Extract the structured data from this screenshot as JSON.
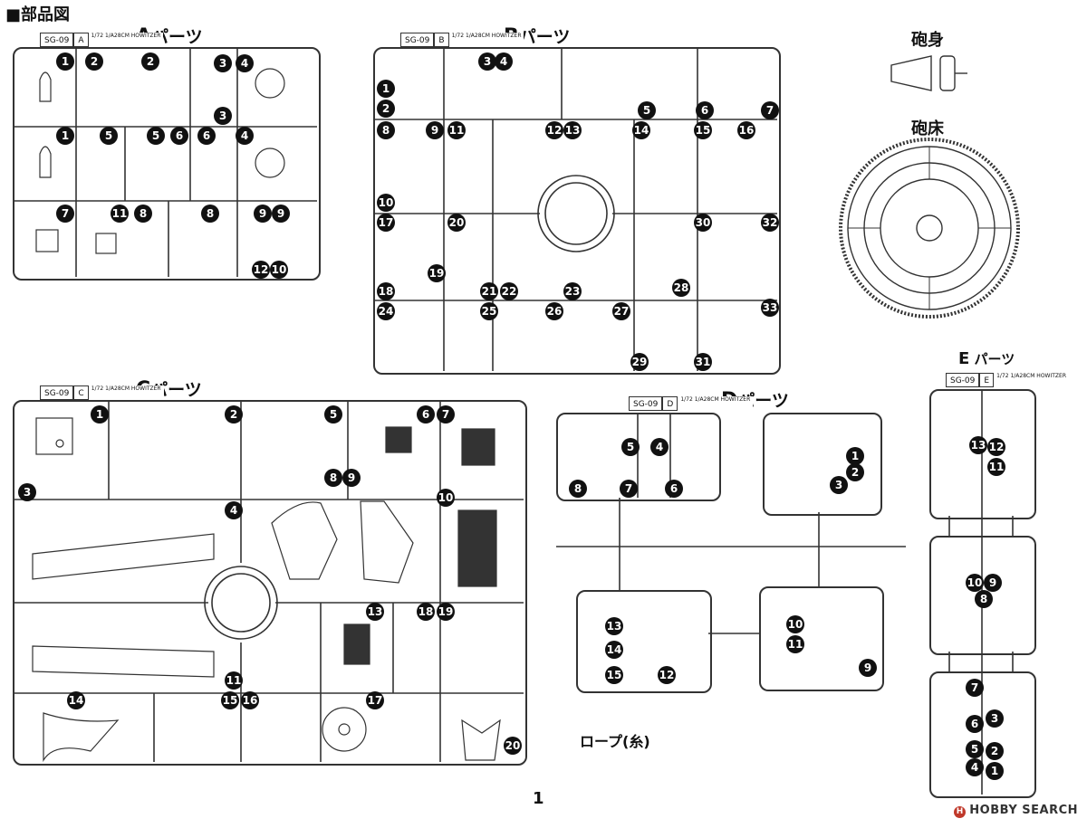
{
  "page_title": "■部品図",
  "page_number": "1",
  "rope_label": "ロープ(糸)",
  "watermark": "HOBBY SEARCH",
  "watermark_logo": "H",
  "barrel_label": "砲身",
  "platform_label": "砲床",
  "sprues": {
    "A": {
      "letter": "A",
      "suffix": "パーツ",
      "code": "SG-09",
      "tag": "A",
      "desc": "1/72 1/A28CM HOWITZER",
      "nums": [
        "1",
        "2",
        "2",
        "3",
        "4",
        "3",
        "1",
        "5",
        "5",
        "6",
        "6",
        "4",
        "7",
        "11",
        "8",
        "8",
        "9",
        "9",
        "12",
        "10"
      ]
    },
    "B": {
      "letter": "B",
      "suffix": "パーツ",
      "code": "SG-09",
      "tag": "B",
      "desc": "1/72 1/A28CM HOWITZER",
      "nums": [
        "3",
        "4",
        "1",
        "2",
        "5",
        "6",
        "7",
        "8",
        "9",
        "11",
        "12",
        "13",
        "14",
        "15",
        "16",
        "10",
        "17",
        "20",
        "30",
        "32",
        "19",
        "18",
        "21",
        "22",
        "23",
        "28",
        "24",
        "25",
        "26",
        "27",
        "33",
        "29",
        "31"
      ]
    },
    "C": {
      "letter": "C",
      "suffix": "パーツ",
      "code": "SG-09",
      "tag": "C",
      "desc": "1/72 1/A28CM HOWITZER",
      "nums": [
        "1",
        "2",
        "5",
        "6",
        "7",
        "3",
        "4",
        "8",
        "9",
        "10",
        "13",
        "18",
        "19",
        "11",
        "14",
        "15",
        "16",
        "17",
        "20"
      ]
    },
    "D": {
      "letter": "D",
      "suffix": "パーツ",
      "code": "SG-09",
      "tag": "D",
      "desc": "1/72 1/A28CM HOWITZER",
      "nums": [
        "5",
        "4",
        "8",
        "7",
        "6",
        "1",
        "2",
        "3",
        "13",
        "14",
        "15",
        "12",
        "10",
        "11",
        "9"
      ]
    },
    "E": {
      "letter": "E",
      "suffix": " パーツ",
      "code": "SG-09",
      "tag": "E",
      "desc": "1/72 1/A28CM HOWITZER",
      "nums": [
        "13",
        "12",
        "11",
        "10",
        "9",
        "8",
        "7",
        "3",
        "6",
        "5",
        "2",
        "4",
        "1"
      ]
    }
  },
  "colors": {
    "ink": "#111111",
    "line": "#333333",
    "paper": "#ffffff",
    "brand": "#c0392b"
  }
}
